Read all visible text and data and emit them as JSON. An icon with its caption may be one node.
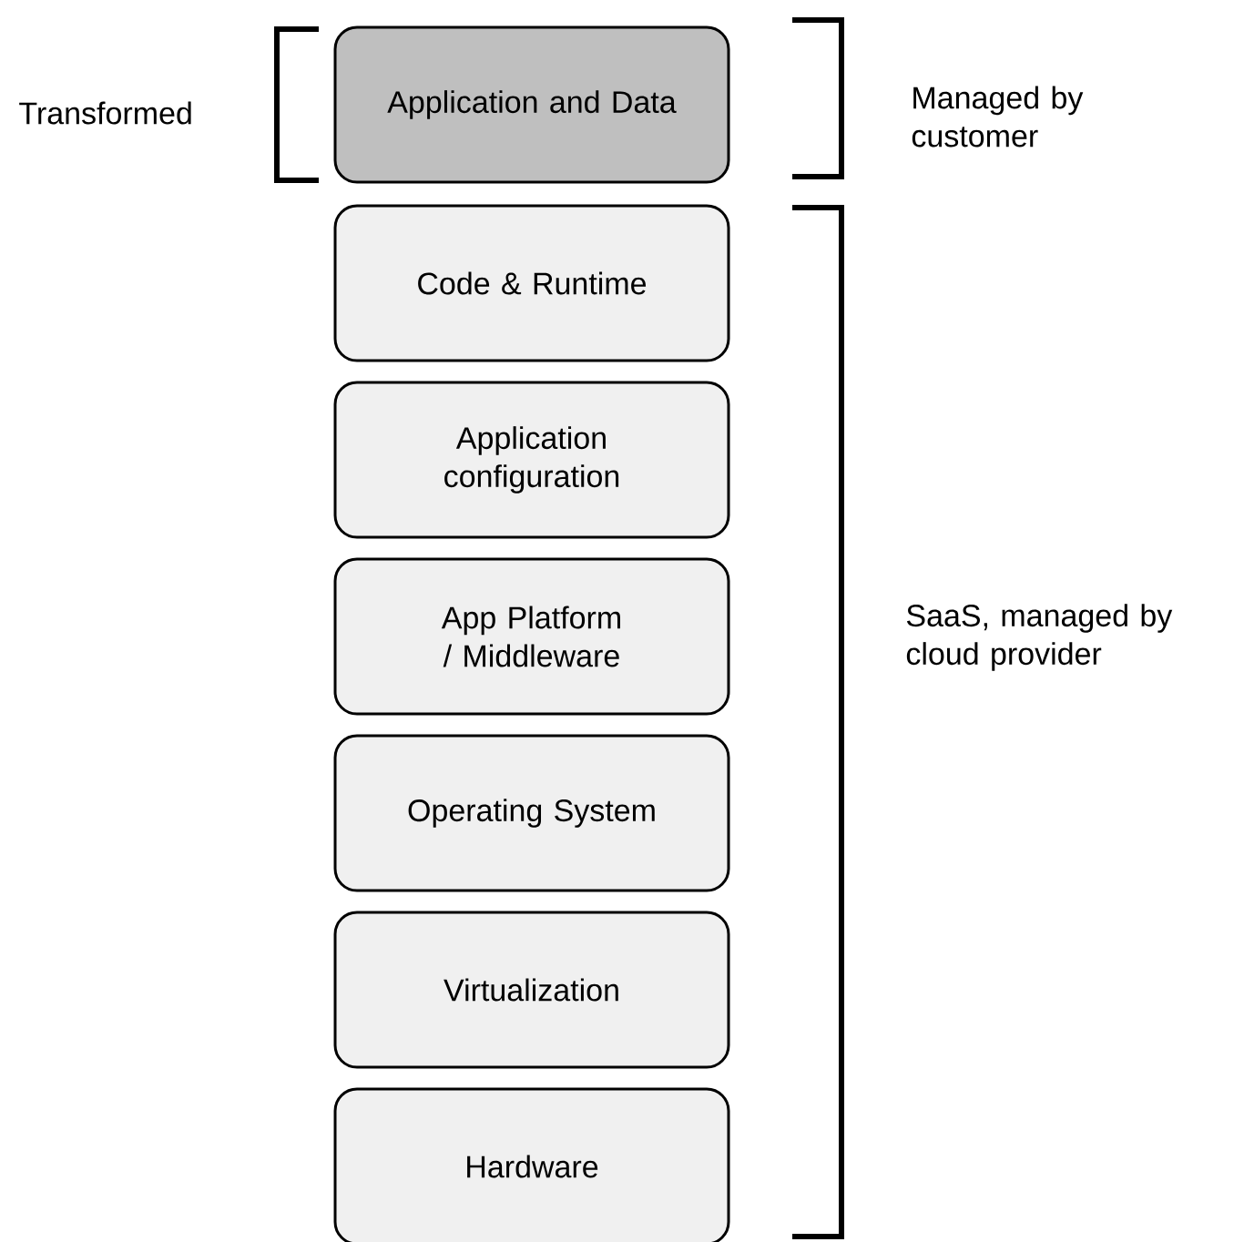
{
  "diagram": {
    "nodes": [
      {
        "text": [
          "Application and Data"
        ]
      },
      {
        "text": [
          "Code & Runtime"
        ]
      },
      {
        "text": [
          "Application configuration"
        ]
      },
      {
        "text": [
          "App Platform / Middleware"
        ]
      },
      {
        "text": [
          "Operating System"
        ]
      },
      {
        "text": [
          "Virtualization"
        ]
      },
      {
        "text": [
          "Hardware"
        ]
      }
    ],
    "labels": [
      "Transformed",
      "Managed by customer",
      "SaaS, managed by cloud provider"
    ]
  }
}
